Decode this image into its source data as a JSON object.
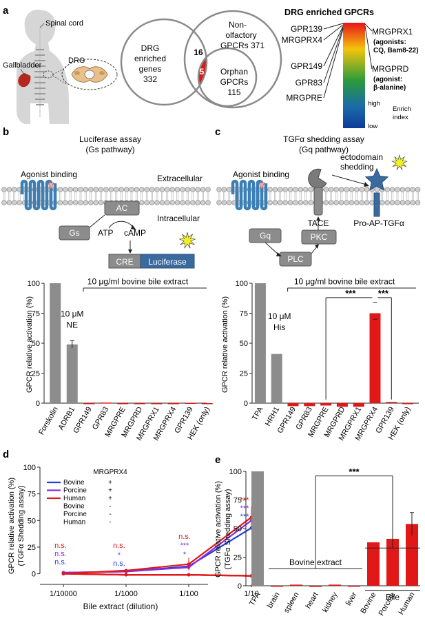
{
  "panel_labels": [
    "a",
    "b",
    "c",
    "d",
    "e"
  ],
  "panel_a": {
    "anatomy": {
      "spinal_cord": "Spinal cord",
      "drg": "DRG",
      "gallbladder": "Gallbladder"
    },
    "venn": {
      "left": "DRG enriched genes 332",
      "left_lines": [
        "DRG",
        "enriched",
        "genes",
        "332"
      ],
      "right_lines": [
        "Non-",
        "olfactory",
        "GPCRs 371"
      ],
      "inner_lines": [
        "Orphan",
        "GPCRs",
        "115"
      ],
      "overlap_16": "16",
      "overlap_5": "5"
    },
    "heatmap": {
      "title": "DRG enriched GPCRs",
      "left_genes": [
        "GPR139",
        "MRGPRX4",
        "GPR149",
        "GPR83",
        "MRGPRE"
      ],
      "right_labels": [
        {
          "name": "MRGPRX1",
          "note_lines": [
            "(agonists:",
            "CQ, Bam8-22)"
          ]
        },
        {
          "name": "MRGPRD",
          "note_lines": [
            "(agonist:",
            "β-alanine)"
          ]
        }
      ],
      "legend_high": "high",
      "legend_low": "low",
      "legend_title_lines": [
        "Enrich",
        "index"
      ],
      "colors": [
        "#e8141b",
        "#f4c40c",
        "#2a9b3b",
        "#0f3a9a"
      ]
    }
  },
  "panel_b": {
    "title_lines": [
      "Luciferase assay",
      "(Gs pathway)"
    ],
    "agonist": "Agonist binding",
    "extracellular": "Extracellular",
    "intracellular": "Intracellular",
    "ac": "AC",
    "gs": "Gs",
    "atp": "ATP",
    "camp": "cAMP",
    "cre": "CRE",
    "luciferase": "Luciferase"
  },
  "panel_c": {
    "title_lines": [
      "TGFα shedding assay",
      "(Gq pathway)"
    ],
    "agonist": "Agonist binding",
    "ectodomain_lines": [
      "ectodomain",
      "shedding"
    ],
    "tace": "TACE",
    "gq": "Gq",
    "plc": "PLC",
    "pkc": "PKC",
    "pro": "Pro-AP-TGFα"
  },
  "chart_data": [
    {
      "id": "b",
      "type": "bar",
      "ylabel": "GPCR relative activation (%)",
      "ylim": [
        0,
        100
      ],
      "yticks": [
        0,
        25,
        50,
        75,
        100
      ],
      "categories": [
        "Forskolin",
        "ADRB1",
        "GPR149",
        "GPR83",
        "MRGPRE",
        "MRGPRD",
        "MRGPRX1",
        "MRGPRX4",
        "GPR139",
        "HEK (only)"
      ],
      "values": [
        100,
        49,
        0,
        0.5,
        0,
        -0.3,
        0,
        -0.8,
        0.3,
        0
      ],
      "bracket_label": "10 μg/ml bovine bile extract",
      "annotation_lines": [
        "10 μM",
        "NE"
      ]
    },
    {
      "id": "c",
      "type": "bar",
      "ylabel": "GPCR relative activation (%)",
      "ylim": [
        0,
        100
      ],
      "yticks": [
        0,
        25,
        50,
        75,
        100
      ],
      "categories": [
        "TPA",
        "HRH1",
        "GPR149",
        "GPR83",
        "MRGPRE",
        "MRGPRD",
        "MRGPRX1",
        "MRGPRX4",
        "GPR139",
        "HEK (only)"
      ],
      "values": [
        100,
        41,
        -2.5,
        -2.5,
        -2,
        -3,
        -3,
        75,
        1,
        0
      ],
      "bracket_label": "10 μg/ml bovine bile extract",
      "annotation_lines": [
        "10 μM",
        "His"
      ],
      "significance": [
        "***",
        "***"
      ]
    },
    {
      "id": "d",
      "type": "line",
      "ylabel_lines": [
        "GPCR relative activation (%)",
        "(TGFα Shedding assay)"
      ],
      "xlabel": "Bile extract (dilution)",
      "x": [
        "1/10000",
        "1/1000",
        "1/100",
        "1/10"
      ],
      "ylim": [
        -10,
        100
      ],
      "yticks": [
        0,
        25,
        50,
        75,
        100
      ],
      "legend_header": "MRGPRX4",
      "series": [
        {
          "name": "Bovine",
          "mrgprx4": "+",
          "color": "#1f3fd6",
          "values": [
            1,
            2,
            7,
            43
          ]
        },
        {
          "name": "Porcine",
          "mrgprx4": "+",
          "color": "#8b2be0",
          "values": [
            1,
            2,
            6,
            50
          ]
        },
        {
          "name": "Human",
          "mrgprx4": "+",
          "color": "#e01818",
          "values": [
            0,
            3,
            9,
            53
          ]
        },
        {
          "name": "Bovine",
          "mrgprx4": "-",
          "color": "#e01818",
          "values": [
            0,
            -1,
            -1,
            -2
          ]
        },
        {
          "name": "Porcine",
          "mrgprx4": "-",
          "color": "#e01818",
          "values": [
            0,
            -1,
            -1,
            -2
          ]
        },
        {
          "name": "Human",
          "mrgprx4": "-",
          "color": "#e01818",
          "values": [
            0,
            -1,
            -1,
            -2
          ]
        }
      ],
      "significance": [
        [
          "n.s.",
          "n.s.",
          "n.s."
        ],
        [
          "n.s.",
          "*",
          "n.s."
        ],
        [
          "n.s.",
          "***",
          "*"
        ],
        [
          "***",
          "***",
          "***"
        ]
      ]
    },
    {
      "id": "e",
      "type": "bar",
      "ylabel_lines": [
        "GPCR relative activation (%)",
        "(TGFα Shedding assay)"
      ],
      "ylim": [
        0,
        100
      ],
      "yticks": [
        0,
        25,
        50,
        75,
        100
      ],
      "categories": [
        "TPA",
        "brain",
        "spleen",
        "heart",
        "kidney",
        "liver",
        "Bovine",
        "Porcine",
        "Human"
      ],
      "values": [
        100,
        0,
        1,
        -1,
        1,
        -0.5,
        38,
        41,
        54
      ],
      "group_labels": {
        "tissue": "Bovine extract",
        "bile": "Bile"
      },
      "significance": "***"
    }
  ]
}
